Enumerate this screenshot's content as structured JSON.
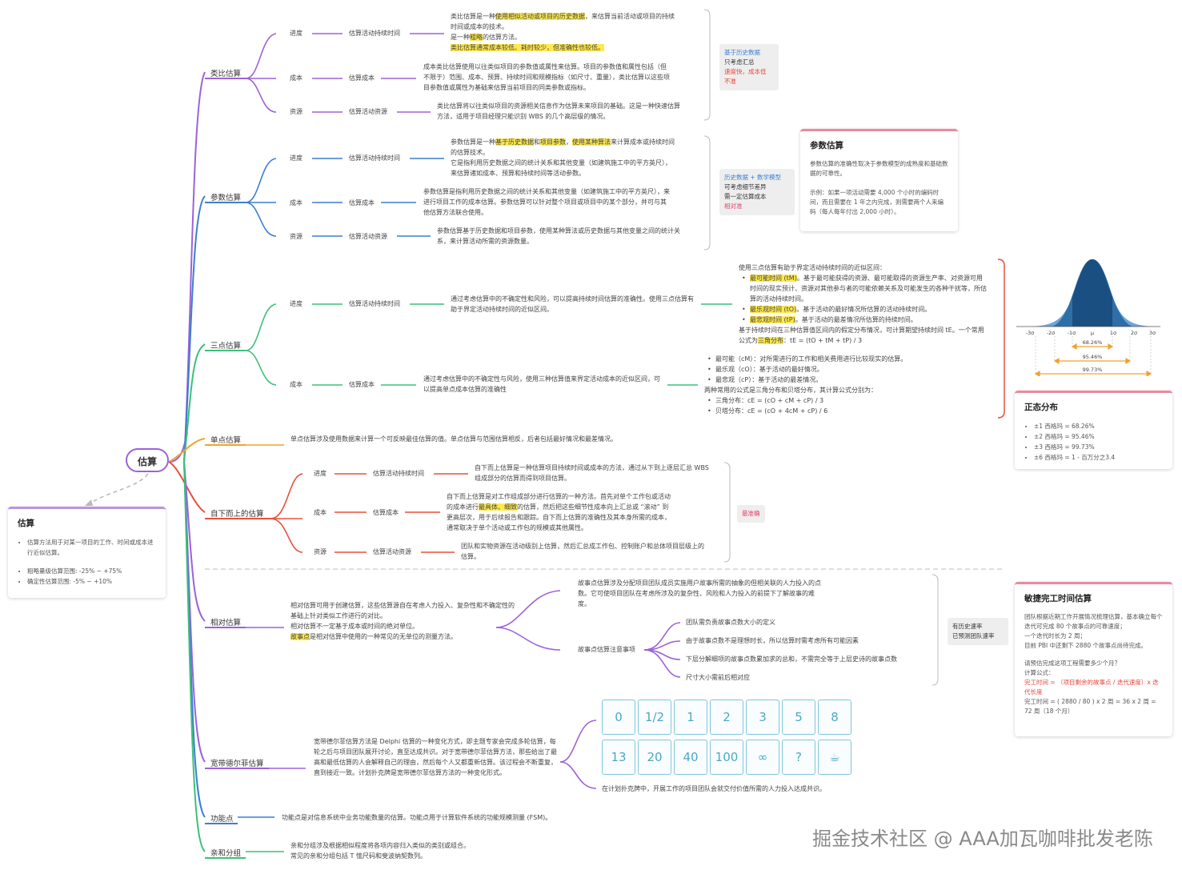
{
  "root": {
    "label": "估算"
  },
  "summary": {
    "title": "估算",
    "items": [
      "估算方法用于对某一项目的工作、时间或成本进行近似估算。",
      "粗略量级估算范围: -25% ~ +75%",
      "确定性估算范围: -5% ~ +10%"
    ]
  },
  "analogy": {
    "label": "类比估算",
    "schedule": {
      "level": "进度",
      "item": "估算活动持续时间",
      "lines": [
        "类比估算是一种使用相似活动或项目的历史数据，来估算当前活动或项目的持续",
        "时间或成本的技术。",
        "是一种粗略的估算方法。",
        "类比估算通常成本较低、耗时较少，但准确性也较低。"
      ],
      "hl1": "使用相似活动或项目的历史数据",
      "hl2": "粗略"
    },
    "cost": {
      "level": "成本",
      "item": "估算成本",
      "text": "成本类比估算使用以往类似项目的参数值或属性来估算。项目的参数值和属性包括（但不限于）范围、成本、预算、持续时间和规模指标（如尺寸、重量），类比估算以这些项目参数值或属性为基础来估算当前项目的同类参数或指标。"
    },
    "resource": {
      "level": "资源",
      "item": "估算活动资源",
      "text": "类比估算将以往类似项目的资源相关信息作为估算未来项目的基础。这是一种快速估算方法，适用于项目经理只能识别 WBS 的几个高层级的情况。"
    },
    "tag": {
      "line1": "基于历史数据",
      "line2": "只考虑汇总",
      "line3": "速度快，成本低",
      "line4": "不准"
    }
  },
  "parametric": {
    "label": "参数估算",
    "schedule": {
      "level": "进度",
      "item": "估算活动持续时间",
      "lines": [
        "参数估算是一种基于历史数据和项目参数，使用某种算法来计算成本或持续时间",
        "的估算技术。",
        "它是指利用历史数据之间的统计关系和其他变量（如建筑施工中的平方英尺），",
        "来估算诸如成本、预算和持续时间等活动参数。"
      ]
    },
    "cost": {
      "level": "成本",
      "item": "估算成本",
      "text": "参数估算是指利用历史数据之间的统计关系和其他变量（如建筑施工中的平方英尺），来进行项目工作的成本估算。参数估算可以针对整个项目或项目中的某个部分，并可与其他估算方法联合使用。"
    },
    "resource": {
      "level": "资源",
      "item": "估算活动资源",
      "text": "参数估算基于历史数据和项目参数，使用某种算法或历史数据与其他变量之间的统计关系，来计算活动所需的资源数量。"
    },
    "tag": {
      "line1": "历史数据 + 数学模型",
      "line2": "可考虑细节差异",
      "line3": "需一定估算成本",
      "line4": "相对准"
    },
    "card": {
      "title": "参数估算",
      "p1": "参数估算的准确性取决于参数模型的成熟度和基础数据的可靠性。",
      "p2": "示例：如果一项活动需要 4,000 个小时的编码时间，而且需要在 1 年之内完成，则需要两个人来编码（每人每年付出 2,000 小时）。"
    }
  },
  "threepoint": {
    "label": "三点估算",
    "schedule": {
      "level": "进度",
      "item": "估算活动持续时间",
      "text": "通过考虑估算中的不确定性和风险，可以提高持续时间估算的准确性。使用三点估算有助于界定活动持续时间的近似区间。",
      "intro": "使用三点估算有助于界定活动持续时间的近似区间：",
      "b1": "最可能时间 (tM)。基于最可能获得的资源、最可能取得的资源生产率、对资源可用时间的现实预计、资源对其他参与者的可能依赖关系及可能发生的各种干扰等，所估算的活动持续时间。",
      "b2": "最乐观时间 (tO)。基于活动的最好情况所估算的活动持续时间。",
      "b3": "最悲观时间 (tP)。基于活动的最差情况所估算的持续时间。",
      "formula": "基于持续时间在三种估算值区间内的假定分布情况，可计算期望持续时间 tE。一个常用公式为三角分布：tE = (tO + tM + tP) / 3",
      "hl_b1": "最可能时间 (tM)",
      "hl_b2": "最乐观时间 (tO)",
      "hl_b3": "最悲观时间 (tP)",
      "hl_tri": "三角分布"
    },
    "cost": {
      "level": "成本",
      "item": "估算成本",
      "text": "通过考虑估算中的不确定性与风险，使用三种估算值来界定活动成本的近似区间，可以提高单点成本估算的准确性",
      "bullets": [
        "最可能（cM）：对所需进行的工作和相关费用进行比较现实的估算。",
        "最乐观（cO）：基于活动的最好情况。",
        "最悲观（cP）：基于活动的最差情况。"
      ],
      "mid": "两种常用的公式是三角分布和贝塔分布，其计算公式分别为：",
      "bullets2": [
        "三角分布：cE = (cO + cM + cP) / 3",
        "贝塔分布：cE = (cO + 4cM + cP) / 6"
      ]
    },
    "normal": {
      "title": "正态分布",
      "items": [
        "±1 西格玛 = 68.26%",
        "±2 西格玛 = 95.46%",
        "±3 西格玛 = 99.73%",
        "±6 西格玛 = 1 - 百万分之3.4"
      ],
      "ticks": [
        "-3σ",
        "-2σ",
        "-1σ",
        "μ",
        "1σ",
        "2σ",
        "3σ"
      ],
      "bands": [
        "68.26%",
        "95.46%",
        "99.73%"
      ]
    }
  },
  "single": {
    "label": "单点估算",
    "text": "单点估算涉及使用数据来计算一个可反映最佳估算的值。单点估算与范围估算相反，后者包括最好情况和最差情况。"
  },
  "bottomup": {
    "label": "自下而上的估算",
    "schedule": {
      "level": "进度",
      "item": "估算活动持续时间",
      "text": "自下而上估算是一种估算项目持续时间或成本的方法，通过从下到上逐层汇总 WBS 组成部分的估算而得到项目估算。"
    },
    "cost": {
      "level": "成本",
      "item": "估算成本",
      "line1": "自下而上估算是对工作组成部分进行估算的一种方法。首先对单个工作包或活动",
      "line2a": "的成本进行",
      "line2h1": "最具体、细致",
      "line2b": "的估算，然后把这些细节性成本向上汇总或 “滚动” 到",
      "line3": "更高层次，用于后续报告和跟踪。自下而上估算的准确性及其本身所需的成本，",
      "line4": "通常取决于单个活动或工作包的规模或其他属性。"
    },
    "resource": {
      "level": "资源",
      "item": "估算活动资源",
      "text": "团队和实物资源在活动级别上估算，然后汇总成工作包、控制账户和总体项目层级上的估算。"
    },
    "tag": "最准确"
  },
  "relative": {
    "label": "相对估算",
    "lines": [
      "相对估算可用于创建估算，这些估算源自在考虑人力投入、复杂性和不确定性的",
      "基础上针对类似工作进行的对比。",
      "相对估算不一定基于成本或时间的绝对单位。",
      "故事点是相对估算中使用的一种常见的无单位的测量方法。"
    ],
    "hl": "故事点",
    "sp_text": "故事点估算涉及分配项目团队成员实施用户故事所需的抽象的但相关联的人力投入的点数。它可使项目团队在考虑所涉及的复杂性、风险和人力投入的前提下了解故事的难度。",
    "attention": "故事点估算注意事项",
    "notes": [
      "团队需负责故事点数大小的定义",
      "由于故事点数不是理想时长，所以估算时需考虑所有可能因素",
      "下层分解细项的故事点数累加求的总和，不需完全等于上层史诗的故事点数",
      "尺寸大小需前后相对应"
    ],
    "tag": {
      "line1": "有历史速率",
      "line2": "已预测团队速率"
    },
    "agile": {
      "title": "敏捷完工时间估算",
      "p1": "团队根据近期工作开展情况梳理估算，基本确立每个迭代可完成 80 个故事点的可靠速度；",
      "p2": "一个迭代时长为 2 周；",
      "p3": "目前 PBI 中还剩下 2880 个故事点尚待完成。",
      "q": "请预估完成这项工程需要多少个月？",
      "f_label": "计算公式：",
      "f": "完工时间 = （项目剩余的故事点 / 迭代速度）x 迭代长度",
      "calc": "完工时间 = ( 2880 / 80 ) x 2 周 = 36 x 2 周 = 72 周（18 个月）"
    }
  },
  "delphi": {
    "label": "宽带德尔菲估算",
    "text": "宽带德尔菲估算方法是 Delphi 估算的一种变化方式，即主题专家会完成多轮估算，每轮之后与项目团队展开讨论，直至达成共识。对于宽带德尔菲估算方法，那些给出了最高和最低估算的人会解释自己的理由，然后每个人又都重新估算。该过程会不断重复，直到接近一致。计划扑克牌是宽带德尔菲估算方法的一种变化形式。",
    "cards": [
      "0",
      "1/2",
      "1",
      "2",
      "3",
      "5",
      "8",
      "13",
      "20",
      "40",
      "100",
      "∞",
      "?",
      "☕"
    ],
    "caption": "在计划扑克牌中，开展工作的项目团队会就交付价值所需的人力投入达成共识。"
  },
  "fp": {
    "label": "功能点",
    "text": "功能点是对信息系统中业务功能数量的估算。功能点用于计算软件系统的功能规模测量 (FSM)。"
  },
  "affinity": {
    "label": "亲和分组",
    "line1": "亲和分组涉及根据相似程度将各项内容归入类似的类别或组合。",
    "line2": "常见的亲和分组包括 T 恤尺码和斐波纳契数列。"
  },
  "watermark": "掘金技术社区 @ AAA加瓦咖啡批发老陈",
  "colors": {
    "purple": "#9d62d8",
    "blue": "#3c7fd1",
    "green": "#3cc07a",
    "orange": "#f0a22e",
    "red": "#e8513a",
    "highlight": "#ffe94d"
  }
}
